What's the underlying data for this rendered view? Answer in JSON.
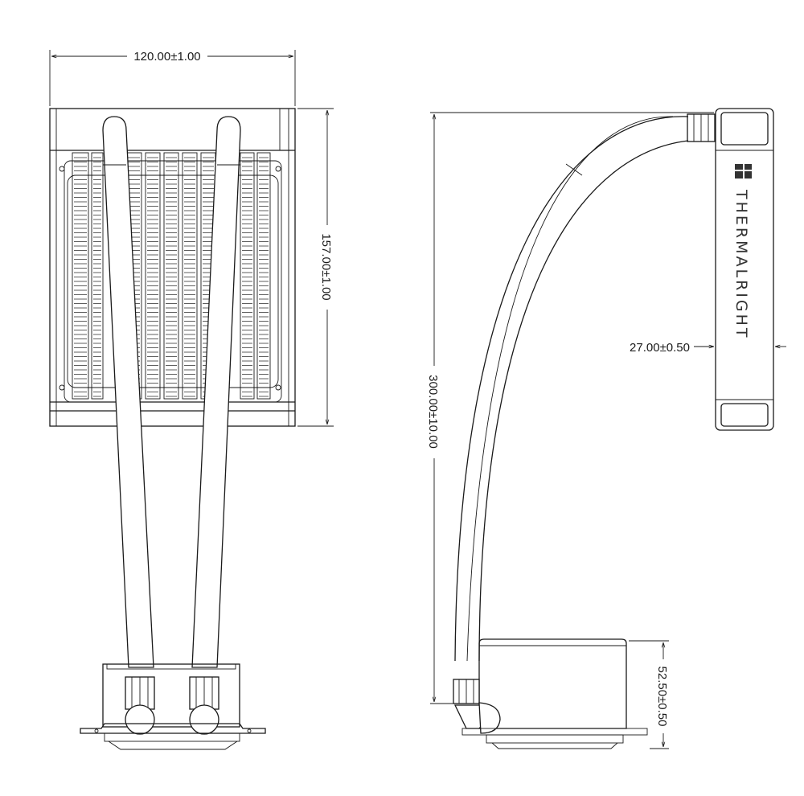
{
  "dimensions": {
    "width": "120.00±1.00",
    "height": "157.00±1.00",
    "tube_length": "300.00±10.00",
    "fan_thickness": "27.00±0.50",
    "pump_height": "52.50±0.50"
  },
  "brand": {
    "name": "THERMALRIGHT"
  },
  "colors": {
    "line": "#1a1a1a",
    "background": "#ffffff"
  }
}
